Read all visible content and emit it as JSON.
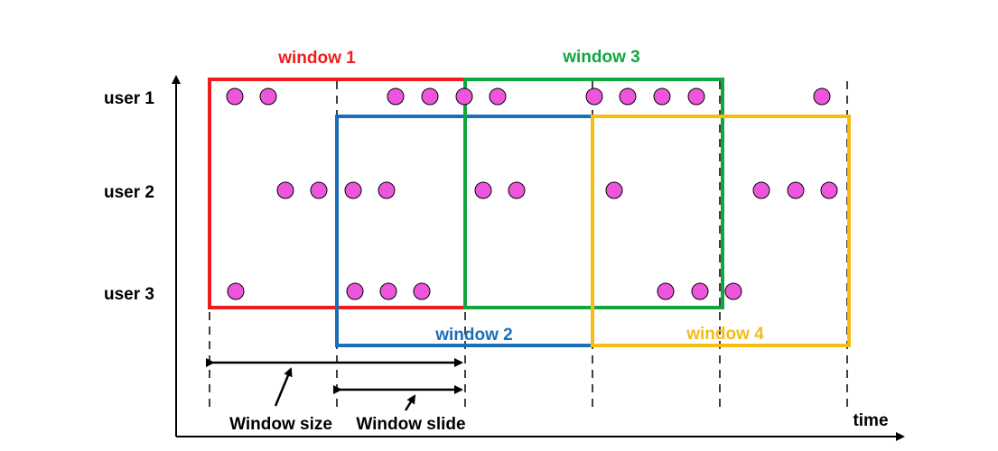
{
  "axis": {
    "x_label": "time"
  },
  "users": [
    {
      "label": "user 1"
    },
    {
      "label": "user 2"
    },
    {
      "label": "user 3"
    }
  ],
  "windows": [
    {
      "label": "window 1",
      "color": "#ee1c1c"
    },
    {
      "label": "window 2",
      "color": "#1a6fb8"
    },
    {
      "label": "window 3",
      "color": "#12a63f"
    },
    {
      "label": "window 4",
      "color": "#f5bc12"
    }
  ],
  "annotations": {
    "window_size": "Window size",
    "window_slide": "Window slide"
  },
  "event_color": "#ee55dd"
}
